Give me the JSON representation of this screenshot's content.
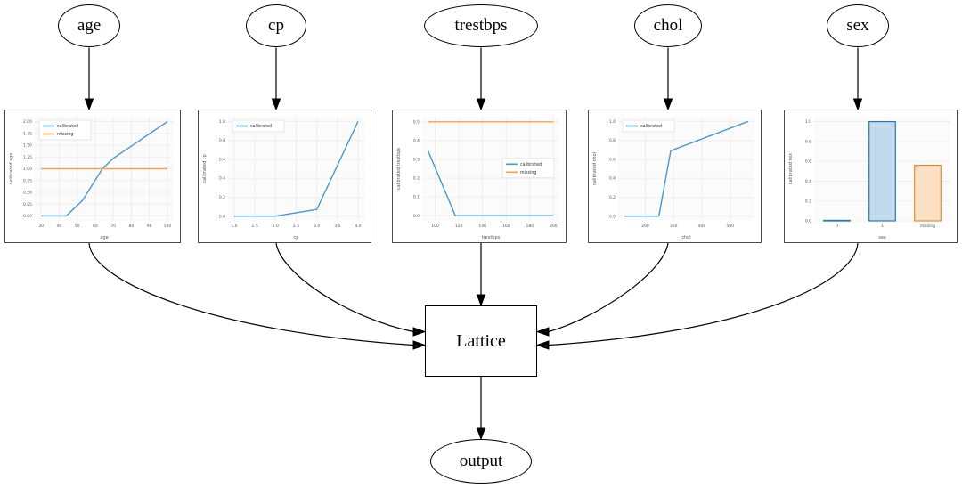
{
  "nodes": {
    "age": "age",
    "cp": "cp",
    "trestbps": "trestbps",
    "chol": "chol",
    "sex": "sex",
    "lattice": "Lattice",
    "output": "output"
  },
  "colors": {
    "calibrated_line": "#4a97d2",
    "missing_line": "#ff9e49",
    "bar_blue_fill": "#c3d9ec",
    "bar_blue_stroke": "#2878b8",
    "bar_orange_fill": "#fbe0c4",
    "bar_orange_stroke": "#f08828",
    "plot_bg": "#fbfbfb",
    "grid": "#ececec",
    "tick_text": "#555555",
    "edge": "#000000"
  },
  "chart_data": [
    {
      "id": "age",
      "type": "line",
      "xlabel": "age",
      "ylabel": "calibrated age",
      "xlim": [
        26.5,
        103.5
      ],
      "ylim": [
        -0.105,
        2.105
      ],
      "xticks": [
        30,
        40,
        50,
        60,
        70,
        80,
        90,
        100
      ],
      "xtick_labels": [
        "30",
        "40",
        "50",
        "60",
        "70",
        "80",
        "90",
        "100"
      ],
      "yticks": [
        0,
        0.25,
        0.5,
        0.75,
        1.0,
        1.25,
        1.5,
        1.75,
        2.0
      ],
      "ytick_labels": [
        "0.00",
        "0.25",
        "0.50",
        "0.75",
        "1.00",
        "1.25",
        "1.50",
        "1.75",
        "2.00"
      ],
      "legend": {
        "position": "upper-left",
        "entries": [
          "calibrated",
          "missing"
        ]
      },
      "series": [
        {
          "name": "calibrated",
          "color": "#4a97d2",
          "points": [
            [
              30,
              0
            ],
            [
              44,
              0
            ],
            [
              53,
              0.33
            ],
            [
              64,
              1.0
            ],
            [
              70,
              1.22
            ],
            [
              100,
              2.0
            ]
          ]
        },
        {
          "name": "missing",
          "color": "#ff9e49",
          "points": [
            [
              30,
              1.0
            ],
            [
              100,
              1.0
            ]
          ]
        }
      ]
    },
    {
      "id": "cp",
      "type": "line",
      "xlabel": "cp",
      "ylabel": "calibrated cp",
      "xlim": [
        0.85,
        4.15
      ],
      "ylim": [
        -0.05,
        1.05
      ],
      "xticks": [
        1.0,
        1.5,
        2.0,
        2.5,
        3.0,
        3.5,
        4.0
      ],
      "xtick_labels": [
        "1.0",
        "1.5",
        "2.0",
        "2.5",
        "3.0",
        "3.5",
        "4.0"
      ],
      "yticks": [
        0,
        0.2,
        0.4,
        0.6,
        0.8,
        1.0
      ],
      "ytick_labels": [
        "0.0",
        "0.2",
        "0.4",
        "0.6",
        "0.8",
        "1.0"
      ],
      "legend": {
        "position": "upper-left",
        "entries": [
          "calibrated"
        ]
      },
      "series": [
        {
          "name": "calibrated",
          "color": "#4a97d2",
          "points": [
            [
              1,
              0
            ],
            [
              2,
              0
            ],
            [
              3,
              0.07
            ],
            [
              4,
              1.0
            ]
          ]
        }
      ]
    },
    {
      "id": "trestbps",
      "type": "line",
      "xlabel": "trestbps",
      "ylabel": "calibrated trestbps",
      "xlim": [
        89,
        205
      ],
      "ylim": [
        -0.0275,
        0.5275
      ],
      "xticks": [
        100,
        120,
        140,
        160,
        180,
        200
      ],
      "xtick_labels": [
        "100",
        "120",
        "140",
        "160",
        "180",
        "200"
      ],
      "yticks": [
        0,
        0.1,
        0.2,
        0.3,
        0.4,
        0.5
      ],
      "ytick_labels": [
        "0.0",
        "0.1",
        "0.2",
        "0.3",
        "0.4",
        "0.5"
      ],
      "legend": {
        "position": "center-right",
        "entries": [
          "calibrated",
          "missing"
        ]
      },
      "series": [
        {
          "name": "calibrated",
          "color": "#4a97d2",
          "points": [
            [
              94,
              0.345
            ],
            [
              117,
              0
            ],
            [
              200,
              0
            ]
          ]
        },
        {
          "name": "missing",
          "color": "#ff9e49",
          "points": [
            [
              94,
              0.5
            ],
            [
              200,
              0.5
            ]
          ]
        }
      ]
    },
    {
      "id": "chol",
      "type": "line",
      "xlabel": "chol",
      "ylabel": "calibrated chol",
      "xlim": [
        104,
        586
      ],
      "ylim": [
        -0.05,
        1.05
      ],
      "xticks": [
        200,
        300,
        400,
        500
      ],
      "xtick_labels": [
        "200",
        "300",
        "400",
        "500"
      ],
      "yticks": [
        0,
        0.2,
        0.4,
        0.6,
        0.8,
        1.0
      ],
      "ytick_labels": [
        "0.0",
        "0.2",
        "0.4",
        "0.6",
        "0.8",
        "1.0"
      ],
      "legend": {
        "position": "upper-left",
        "entries": [
          "calibrated"
        ]
      },
      "series": [
        {
          "name": "calibrated",
          "color": "#4a97d2",
          "points": [
            [
              126,
              0
            ],
            [
              248,
              0
            ],
            [
              290,
              0.69
            ],
            [
              564,
              1.0
            ]
          ]
        }
      ]
    },
    {
      "id": "sex",
      "type": "bar",
      "xlabel": "sex",
      "ylabel": "calibrated sex",
      "ylim": [
        0,
        1.05
      ],
      "yticks": [
        0,
        0.2,
        0.4,
        0.6,
        0.8,
        1.0
      ],
      "ytick_labels": [
        "0.0",
        "0.2",
        "0.4",
        "0.6",
        "0.8",
        "1.0"
      ],
      "categories": [
        "0",
        "1",
        "missing"
      ],
      "values": [
        0.005,
        1.0,
        0.56
      ],
      "bar_fills": [
        "#c3d9ec",
        "#c3d9ec",
        "#fbe0c4"
      ],
      "bar_strokes": [
        "#2878b8",
        "#2878b8",
        "#f08828"
      ]
    }
  ]
}
